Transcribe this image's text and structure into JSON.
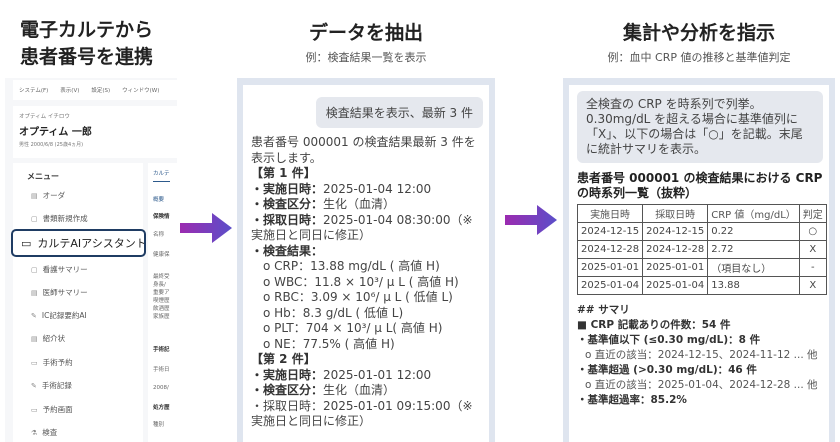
{
  "steps": [
    {
      "title_lines": [
        "電子カルテから",
        "患者番号を連携"
      ]
    },
    {
      "title": "データを抽出",
      "subtitle": "例：検査結果一覧を表示"
    },
    {
      "title": "集計や分析を指示",
      "subtitle": "例：血中 CRP 値の推移と基準値判定"
    }
  ],
  "emr": {
    "menubar": [
      "システム(F)",
      "表示(V)",
      "設定(S)",
      "ウィンドウ(W)"
    ],
    "patient": {
      "kana": "オプティム イチロウ",
      "name": "オプティム 一郎",
      "info": "男性 2000/6/8 (25歳4ヵ月)"
    },
    "menu_title": "メニュー",
    "menu_items": [
      {
        "label": "オーダ",
        "icon": "clipboard-icon"
      },
      {
        "label": "書類新規作成",
        "icon": "document-icon"
      },
      {
        "label": "カルテAIアシスタント",
        "icon": "chat-icon",
        "highlighted": true
      },
      {
        "label": "看護サマリー",
        "icon": "file-icon"
      },
      {
        "label": "医師サマリー",
        "icon": "doctor-file-icon"
      },
      {
        "label": "IC記録要約AI",
        "icon": "edit-document-icon"
      },
      {
        "label": "紹介状",
        "icon": "letter-icon"
      },
      {
        "label": "手術予約",
        "icon": "calendar-icon"
      },
      {
        "label": "手術記録",
        "icon": "pen-icon"
      },
      {
        "label": "予約画面",
        "icon": "calendar-icon"
      },
      {
        "label": "検査",
        "icon": "flask-icon"
      }
    ],
    "content_fragments": [
      "カルテ",
      "概要",
      "保険情",
      "名称",
      "健康保",
      "最終受",
      "身長/",
      "重要ア",
      "喫煙歴",
      "飲酒歴",
      "家族歴",
      "手術記",
      "手術日",
      "2008/",
      "処方歴",
      "種別"
    ]
  },
  "chat1": {
    "user": "検査結果を表示、最新 3 件",
    "intro": "患者番号 000001 の検査結果最新 3 件を表示します。",
    "h1": "【第 1 件】",
    "r1": [
      [
        "・実施日時：",
        "2025-01-04 12:00"
      ],
      [
        "・検査区分：",
        "生化（血清）"
      ],
      [
        "・採取日時：",
        "2025-01-04 08:30:00（※実施日と同日に修正）"
      ],
      [
        "・検査結果：",
        ""
      ]
    ],
    "results": [
      "o CRP：13.88 mg/dL ( 高値 H)",
      "o WBC：11.8 × 10³/ μ L ( 高値 H)",
      "o RBC：3.09 × 10⁶/ μ L ( 低値 L)",
      "o Hb：8.3 g/dL ( 低値 L)",
      "o PLT：704 × 10³/ μ L( 高値 H)",
      "o NE：77.5% ( 高値 H)"
    ],
    "h2": "【第 2 件】",
    "r2": [
      [
        "・実施日時：",
        "2025-01-01 12:00"
      ],
      [
        "・検査区分：",
        "生化（血清）"
      ],
      [
        "・採取日時：2025-01-01 09:15:00（※実施日と同日に修正）",
        ""
      ]
    ]
  },
  "chat2": {
    "user": "全検査の CRP を時系列で列挙。0.30mg/dL を超える場合に基準値列に「X」、以下の場合は「○」を記載。末尾に統計サマリを表示。",
    "table_title": "患者番号 000001 の検査結果における CRP の時系列一覧（抜粋）",
    "headers": [
      "実施日時",
      "採取日時",
      "CRP 値（mg/dL）",
      "判定"
    ],
    "rows": [
      [
        "2024-12-15",
        "2024-12-15",
        "0.22",
        "○"
      ],
      [
        "2024-12-28",
        "2024-12-28",
        "2.72",
        "X"
      ],
      [
        "2025-01-01",
        "2025-01-01",
        "（項目なし）",
        "-"
      ],
      [
        "2025-01-04",
        "2025-01-04",
        "13.88",
        "X"
      ]
    ],
    "summary_heading": "## サマリ",
    "summary": [
      "■ CRP 記載ありの件数：54 件",
      "・基準値以下 (≤0.30 mg/dL)：8 件",
      "o 直近の該当：2024-12-15、2024-11-12 ... 他",
      "・基準超過 (>0.30 mg/dL)：46 件",
      "o 直近の該当：2025-01-04、2024-12-28 ... 他",
      "・基準超過率：85.2%"
    ]
  },
  "colors": {
    "highlight_border": "#1f3c63",
    "panel_bg": "#dfe5ef",
    "arrow_start": "#9b2bb0",
    "arrow_end": "#5b4fc9"
  }
}
